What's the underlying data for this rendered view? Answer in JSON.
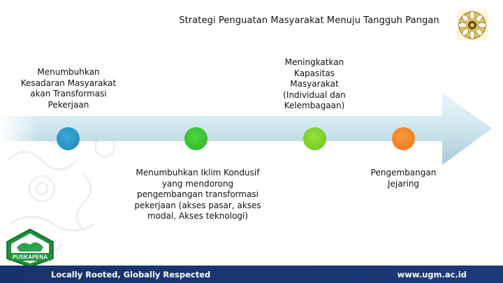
{
  "slide": {
    "title": "Strategi Penguatan Masyarakat Menuju Tangguh Pangan",
    "logo_text": "PUSKAPENA"
  },
  "timeline": {
    "items": [
      {
        "label": "Menumbuhkan Kesadaran Masyarakat akan Transformasi Pekerjaan",
        "color": "#2a97c9"
      },
      {
        "label": "Menumbuhkan Iklim Kondusif yang mendorong pengembangan transformasi pekerjaan (akses pasar, akses modal, Akses teknologi)",
        "color": "#3cc934"
      },
      {
        "label": "Meningkatkan Kapasitas Masyarakat (Individual dan Kelembagaan)",
        "color": "#82d22c"
      },
      {
        "label": "Pengembangan Jejaring",
        "color": "#f2862a"
      }
    ]
  },
  "footer": {
    "tagline": "Locally Rooted, Globally Respected",
    "website": "www.ugm.ac.id",
    "background": "#1b3772"
  }
}
